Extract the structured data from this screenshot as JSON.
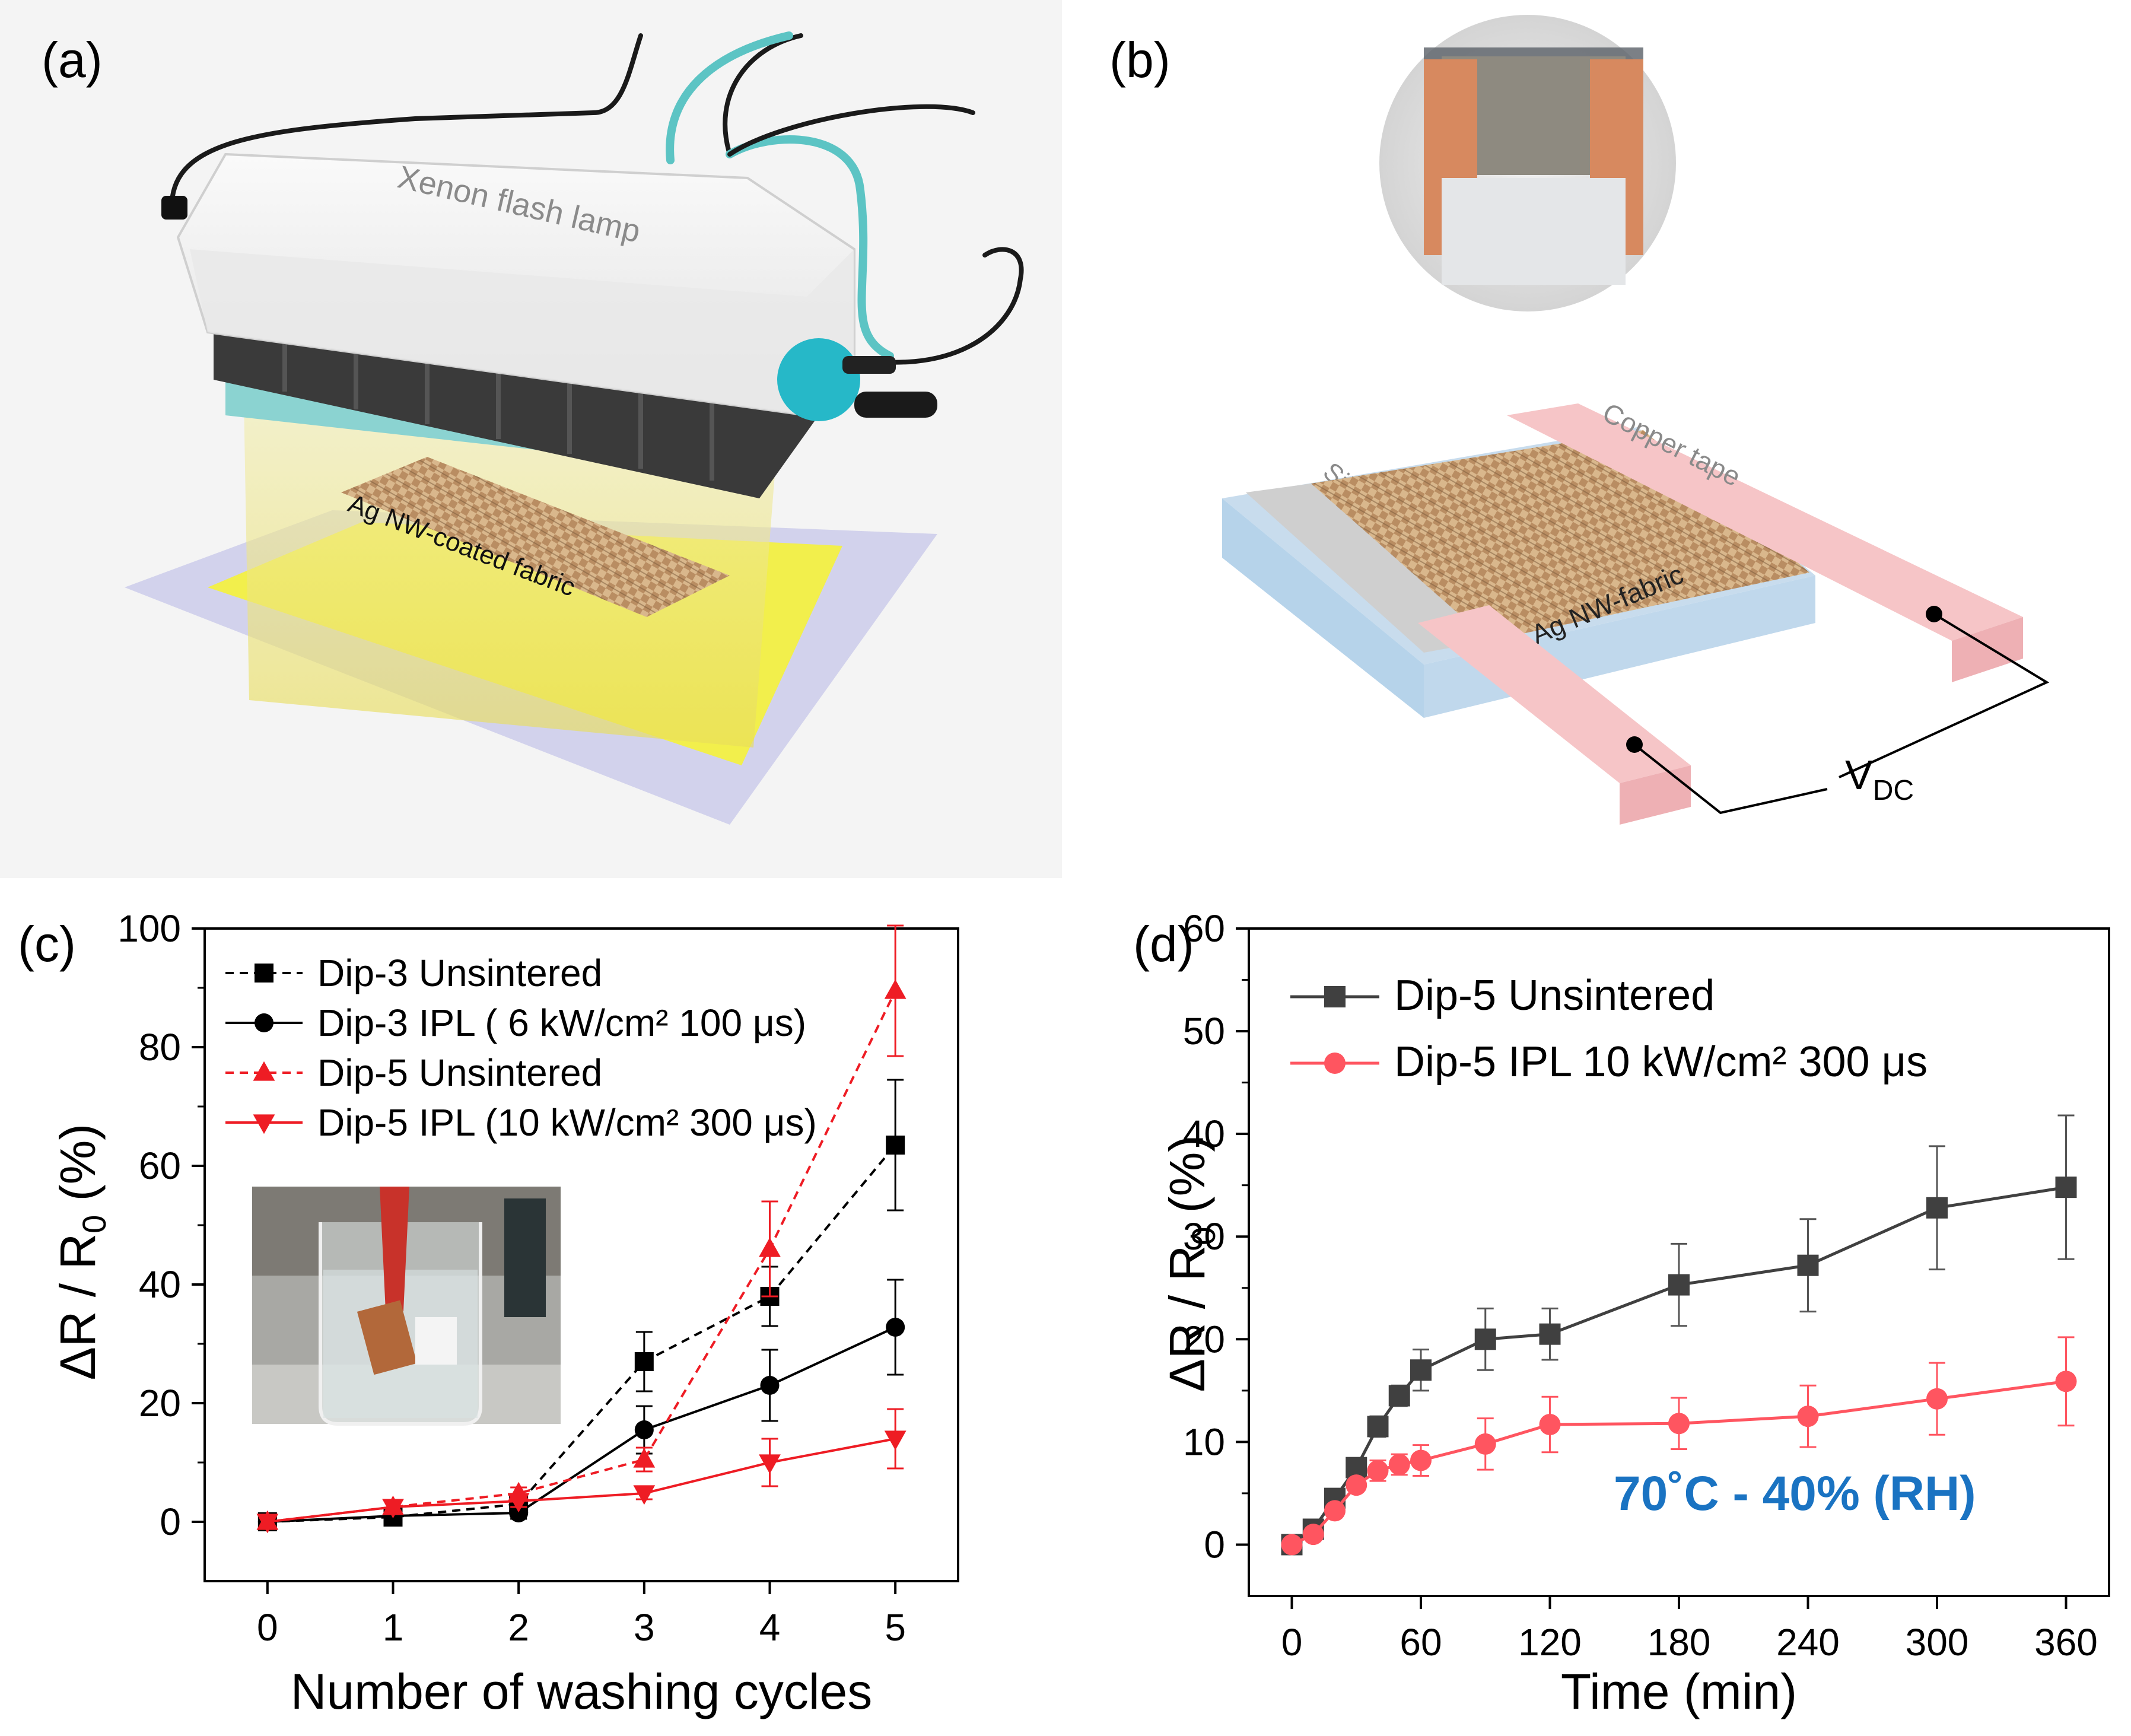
{
  "panels": {
    "a": {
      "label": "(a)",
      "lamp_label": "Xenon flash lamp",
      "fabric_label": "Ag NW-coated fabric"
    },
    "b": {
      "label": "(b)",
      "copper_label": "Copper tape",
      "silver_label": "Silver paste",
      "fabric_label": "Ag NW-fabric",
      "voltage_label": "V",
      "voltage_sub": "DC"
    },
    "c": {
      "label": "(c)"
    },
    "d": {
      "label": "(d)",
      "annotation": "70˚C - 40% (RH)"
    }
  },
  "chart_data": [
    {
      "id": "c",
      "type": "line",
      "xlabel": "Number of washing cycles",
      "ylabel_main": "ΔR / R",
      "ylabel_sub": "0",
      "ylabel_unit": " (%)",
      "xlim": [
        -0.5,
        5.5
      ],
      "ylim": [
        -10,
        100
      ],
      "xticks": [
        0,
        1,
        2,
        3,
        4,
        5
      ],
      "yticks": [
        0,
        20,
        40,
        60,
        80,
        100
      ],
      "legend_position": "top-left",
      "series": [
        {
          "name": "Dip-3  Unsintered",
          "color": "#000000",
          "dash": true,
          "marker": "square",
          "x": [
            0,
            1,
            2,
            3,
            4,
            5
          ],
          "y": [
            0,
            0.8,
            3,
            27,
            38,
            63.5
          ],
          "err": [
            1,
            1,
            1,
            5,
            5,
            11
          ]
        },
        {
          "name": "Dip-3  IPL ( 6 kW/cm² 100 μs)",
          "color": "#000000",
          "dash": false,
          "marker": "circle",
          "x": [
            0,
            1,
            2,
            3,
            4,
            5
          ],
          "y": [
            0,
            1,
            1.5,
            15.5,
            23,
            32.8
          ],
          "err": [
            1,
            1,
            1,
            4,
            6,
            8
          ]
        },
        {
          "name": "Dip-5  Unsintered",
          "color": "#ee1c24",
          "dash": true,
          "marker": "triangle-up",
          "x": [
            0,
            1,
            2,
            3,
            4,
            5
          ],
          "y": [
            0,
            2.5,
            4.8,
            10.5,
            46,
            89.5
          ],
          "err": [
            1,
            1,
            1,
            2,
            8,
            11
          ]
        },
        {
          "name": "Dip-5  IPL (10 kW/cm² 300 μs)",
          "color": "#ee1c24",
          "dash": false,
          "marker": "triangle-down",
          "x": [
            0,
            1,
            2,
            3,
            4,
            5
          ],
          "y": [
            0,
            2.5,
            3.5,
            4.8,
            10,
            14
          ],
          "err": [
            1,
            1,
            1,
            1,
            4,
            5
          ]
        }
      ]
    },
    {
      "id": "d",
      "type": "line",
      "xlabel": "Time (min)",
      "ylabel_main": "ΔR / R",
      "ylabel_sub": "0",
      "ylabel_unit": " (%)",
      "xlim": [
        -20,
        380
      ],
      "ylim": [
        -5,
        60
      ],
      "xticks": [
        0,
        60,
        120,
        180,
        240,
        300,
        360
      ],
      "yticks": [
        0,
        10,
        20,
        30,
        40,
        50,
        60
      ],
      "legend_position": "top-left",
      "series": [
        {
          "name": "Dip-5  Unsintered",
          "color": "#404040",
          "marker": "square",
          "x": [
            0,
            10,
            20,
            30,
            40,
            50,
            60,
            90,
            120,
            180,
            240,
            300,
            360
          ],
          "y": [
            0,
            1.5,
            4.5,
            7.5,
            11.5,
            14.5,
            17,
            20,
            20.5,
            25.3,
            27.2,
            32.8,
            34.8
          ],
          "err": [
            0,
            0,
            0,
            0,
            1,
            1,
            2,
            3,
            2.5,
            4,
            4.5,
            6,
            7
          ]
        },
        {
          "name": "Dip-5  IPL 10 kW/cm² 300 μs",
          "color": "#ff5560",
          "marker": "circle",
          "x": [
            0,
            10,
            20,
            30,
            40,
            50,
            60,
            90,
            120,
            180,
            240,
            300,
            360
          ],
          "y": [
            0,
            1,
            3.3,
            5.8,
            7.2,
            7.8,
            8.2,
            9.8,
            11.7,
            11.8,
            12.5,
            14.2,
            15.9
          ],
          "err": [
            0,
            0,
            0,
            0,
            1,
            1,
            1.5,
            2.5,
            2.7,
            2.5,
            3,
            3.5,
            4.3
          ]
        }
      ]
    }
  ]
}
